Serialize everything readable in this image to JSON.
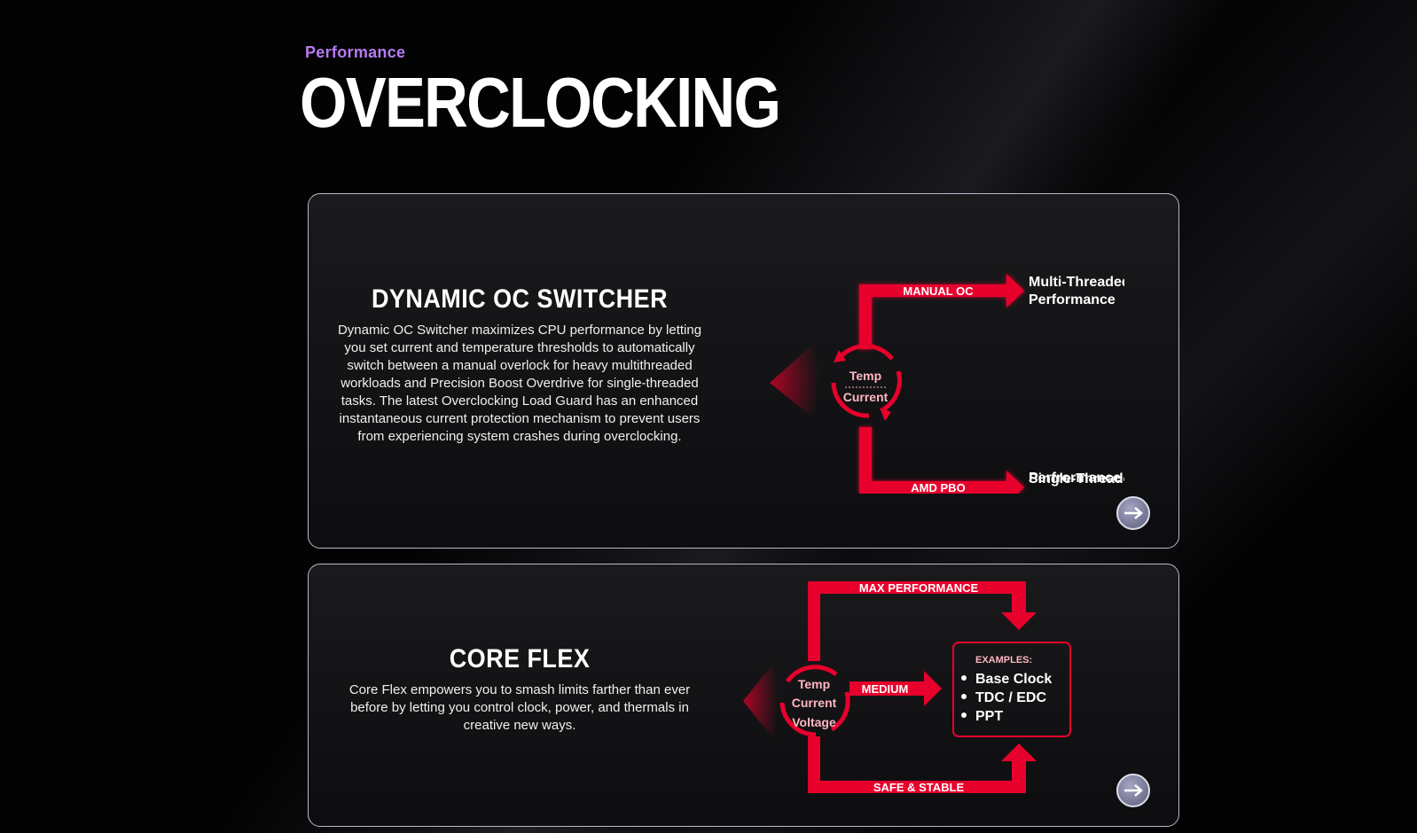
{
  "header": {
    "eyebrow": "Performance",
    "title": "OVERCLOCKING"
  },
  "colors": {
    "accent_red": "#e8002c",
    "eyebrow_purple": "#b77bf0",
    "card_border": "#b9b9c9"
  },
  "cards": [
    {
      "title": "DYNAMIC OC SWITCHER",
      "body": "Dynamic OC Switcher maximizes CPU performance by letting you set current and temperature thresholds to automatically switch between a manual overlock for heavy multithreaded workloads and Precision Boost Overdrive for single-threaded tasks. The latest Overclocking Load Guard has an enhanced instantaneous current protection mechanism to prevent users from experiencing system crashes during overclocking.",
      "diagram": {
        "hub_line1": "Temp",
        "hub_line2": "Current",
        "top_arrow_label": "MANUAL OC",
        "top_target_line1": "Multi-Threaded",
        "top_target_line2": "Performance",
        "bottom_arrow_label": "AMD PBO",
        "bottom_target_line1": "Single-Threaded",
        "bottom_target_line2": "Perfrormance"
      },
      "next_icon": "arrow-right-icon"
    },
    {
      "title": "CORE FLEX",
      "body": "Core Flex empowers you to smash limits farther than ever before by letting you control clock, power, and thermals in creative new ways.",
      "diagram": {
        "hub_line1": "Temp",
        "hub_line2": "Current",
        "hub_line3": "Voltage",
        "top_label": "MAX PERFORMANCE",
        "middle_label": "MEDIUM",
        "bottom_label": "SAFE & STABLE",
        "examples_title": "EXAMPLES:",
        "examples": [
          "Base Clock",
          "TDC / EDC",
          "PPT"
        ]
      },
      "next_icon": "arrow-right-icon"
    }
  ]
}
